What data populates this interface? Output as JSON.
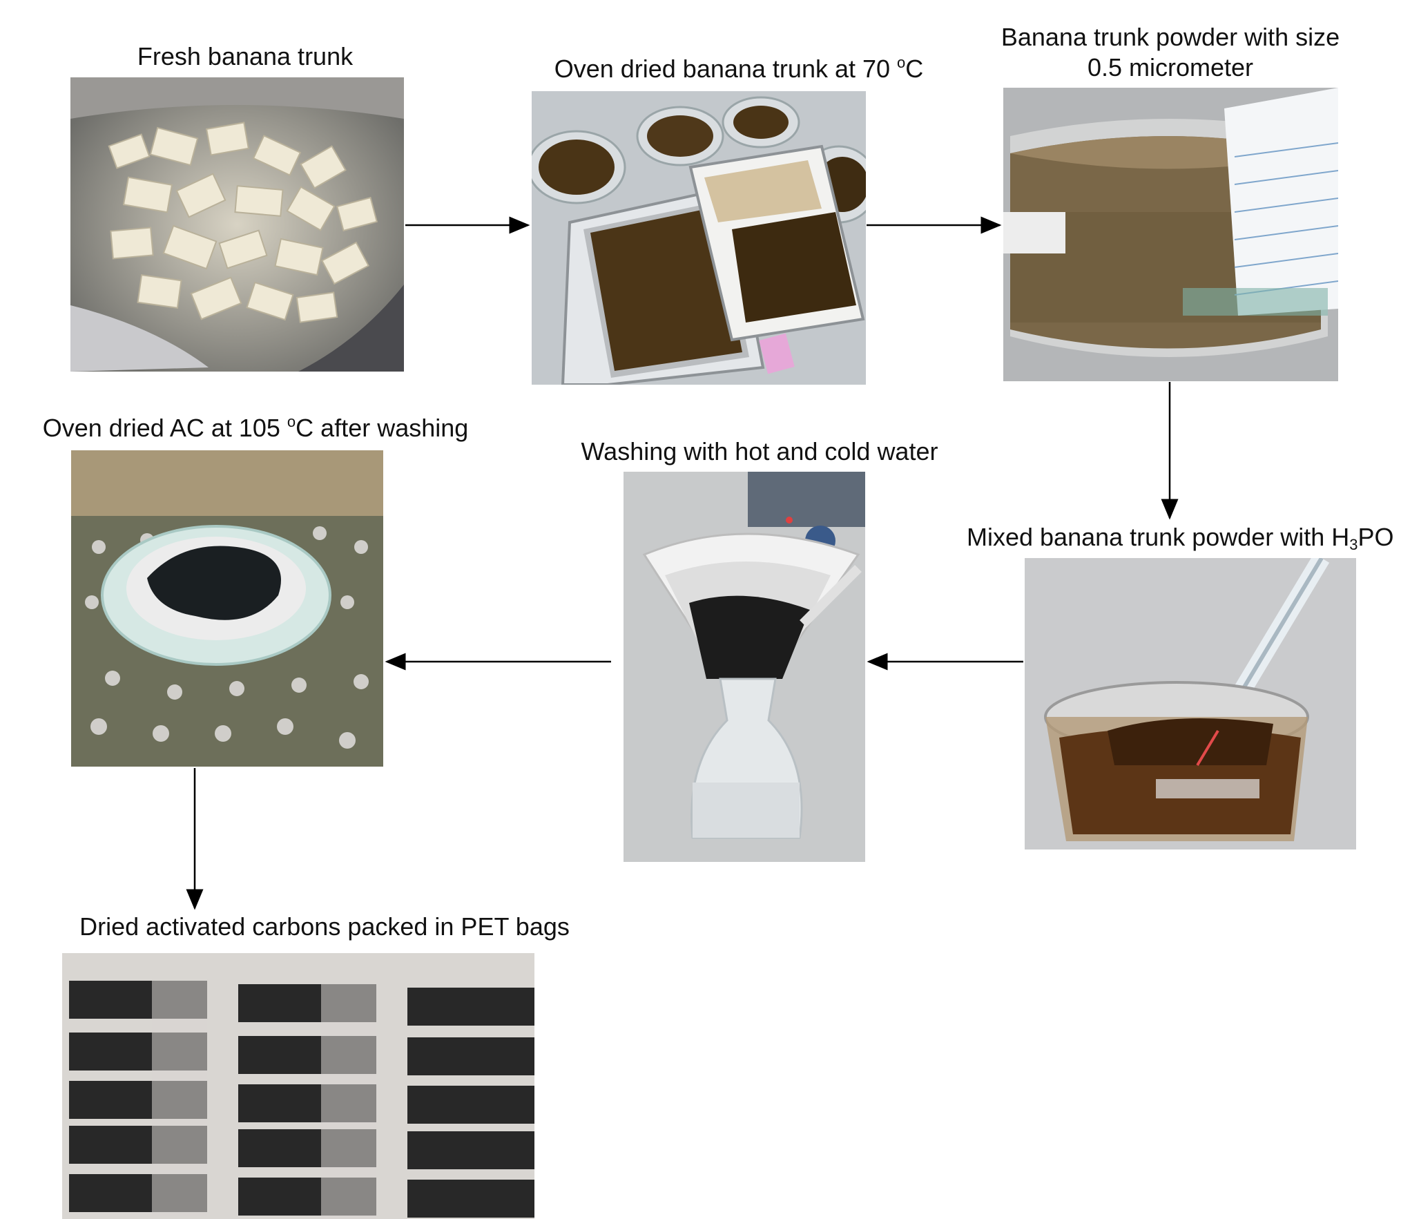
{
  "steps": {
    "fresh": {
      "label": "Fresh banana trunk"
    },
    "oven_dried": {
      "label_main": "Oven dried banana trunk at 70 ",
      "label_sup": "o",
      "label_tail": "C"
    },
    "powder": {
      "label_line1": "Banana trunk powder with size",
      "label_line2": "0.5 micrometer"
    },
    "mixed": {
      "label_main": "Mixed banana trunk powder with H",
      "label_sub": "3",
      "label_tail": "PO"
    },
    "washing": {
      "label": "Washing  with hot and cold water"
    },
    "ac_dried": {
      "label_main": "Oven dried AC at 105 ",
      "label_sup": "o",
      "label_tail": "C after washing"
    },
    "packed": {
      "label": "Dried activated carbons packed in PET bags"
    }
  },
  "flow": [
    "fresh-to-oven-dried",
    "oven-dried-to-powder",
    "powder-to-mixed",
    "mixed-to-washing",
    "washing-to-ac-dried",
    "ac-dried-to-packed"
  ]
}
